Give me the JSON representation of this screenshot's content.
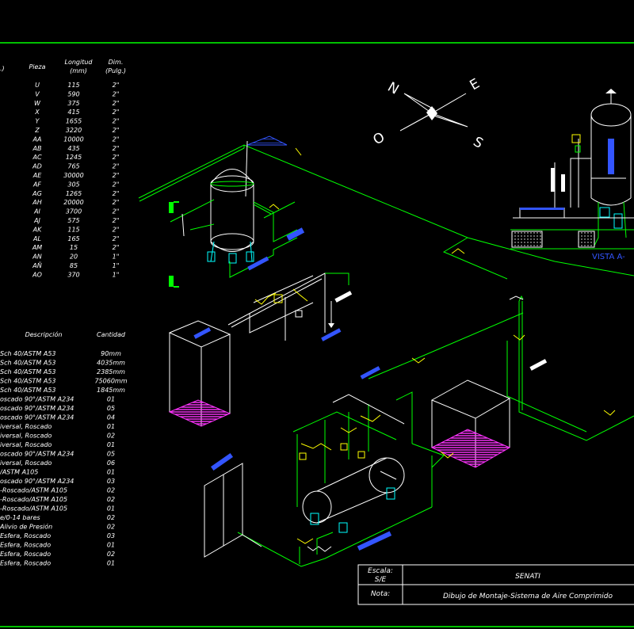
{
  "compass": {
    "n": "N",
    "e": "E",
    "s": "S",
    "o": "O"
  },
  "view_label": "VISTA A-",
  "pieces_table": {
    "headers": {
      "pieza": "Pieza",
      "longitud": "Longitud",
      "longitud_unit": "(mm)",
      "dim": "Dim.",
      "dim_unit": "(Pulg.)",
      "left_unit": ".)"
    },
    "rows": [
      {
        "pieza": "U",
        "longitud": "115",
        "dim": "2\""
      },
      {
        "pieza": "V",
        "longitud": "590",
        "dim": "2\""
      },
      {
        "pieza": "W",
        "longitud": "375",
        "dim": "2\""
      },
      {
        "pieza": "X",
        "longitud": "415",
        "dim": "2\""
      },
      {
        "pieza": "Y",
        "longitud": "1655",
        "dim": "2\""
      },
      {
        "pieza": "Z",
        "longitud": "3220",
        "dim": "2\""
      },
      {
        "pieza": "AA",
        "longitud": "10000",
        "dim": "2\""
      },
      {
        "pieza": "AB",
        "longitud": "435",
        "dim": "2\""
      },
      {
        "pieza": "AC",
        "longitud": "1245",
        "dim": "2\""
      },
      {
        "pieza": "AD",
        "longitud": "765",
        "dim": "2\""
      },
      {
        "pieza": "AE",
        "longitud": "30000",
        "dim": "2\""
      },
      {
        "pieza": "AF",
        "longitud": "305",
        "dim": "2\""
      },
      {
        "pieza": "AG",
        "longitud": "1265",
        "dim": "2\""
      },
      {
        "pieza": "AH",
        "longitud": "20000",
        "dim": "2\""
      },
      {
        "pieza": "AI",
        "longitud": "3700",
        "dim": "2\""
      },
      {
        "pieza": "AJ",
        "longitud": "575",
        "dim": "2\""
      },
      {
        "pieza": "AK",
        "longitud": "115",
        "dim": "2\""
      },
      {
        "pieza": "AL",
        "longitud": "165",
        "dim": "2\""
      },
      {
        "pieza": "AM",
        "longitud": "15",
        "dim": "2\""
      },
      {
        "pieza": "AN",
        "longitud": "20",
        "dim": "1\""
      },
      {
        "pieza": "AÑ",
        "longitud": "85",
        "dim": "1\""
      },
      {
        "pieza": "AO",
        "longitud": "370",
        "dim": "1\""
      }
    ]
  },
  "materials_table": {
    "headers": {
      "descripcion": "Descripción",
      "cantidad": "Cantidad"
    },
    "rows": [
      {
        "descripcion": "Sch 40/ASTM A53",
        "cantidad": "90mm"
      },
      {
        "descripcion": "Sch 40/ASTM A53",
        "cantidad": "4035mm"
      },
      {
        "descripcion": "Sch 40/ASTM A53",
        "cantidad": "2385mm"
      },
      {
        "descripcion": "Sch 40/ASTM A53",
        "cantidad": "75060mm"
      },
      {
        "descripcion": "Sch 40/ASTM A53",
        "cantidad": "1845mm"
      },
      {
        "descripcion": "oscado 90°/ASTM A234",
        "cantidad": "01"
      },
      {
        "descripcion": "oscado 90°/ASTM A234",
        "cantidad": "05"
      },
      {
        "descripcion": "oscado 90°/ASTM A234",
        "cantidad": "04"
      },
      {
        "descripcion": "iversal, Roscado",
        "cantidad": "01"
      },
      {
        "descripcion": "iversal, Roscado",
        "cantidad": "02"
      },
      {
        "descripcion": "iversal, Roscado",
        "cantidad": "01"
      },
      {
        "descripcion": "oscado 90°/ASTM A234",
        "cantidad": "05"
      },
      {
        "descripcion": "iversal, Roscado",
        "cantidad": "06"
      },
      {
        "descripcion": "/ASTM A105",
        "cantidad": "01"
      },
      {
        "descripcion": "oscado 90°/ASTM A234",
        "cantidad": "03"
      },
      {
        "descripcion": "-Roscado/ASTM A105",
        "cantidad": "02"
      },
      {
        "descripcion": "-Roscado/ASTM A105",
        "cantidad": "02"
      },
      {
        "descripcion": "-Roscado/ASTM A105",
        "cantidad": "01"
      },
      {
        "descripcion": "e/0-14 bares",
        "cantidad": "02"
      },
      {
        "descripcion": "Alivio de Presión",
        "cantidad": "02"
      },
      {
        "descripcion": "Esfera, Roscado",
        "cantidad": "03"
      },
      {
        "descripcion": "Esfera, Roscado",
        "cantidad": "01"
      },
      {
        "descripcion": "Esfera, Roscado",
        "cantidad": "02"
      },
      {
        "descripcion": "Esfera, Roscado",
        "cantidad": "01"
      }
    ]
  },
  "title_block": {
    "escala_label": "Escala:",
    "escala_value": "S/E",
    "org": "SENATI",
    "nota_label": "Nota:",
    "nota_value": "Dibujo de Montaje-Sistema de Aire Comprimido"
  },
  "colors": {
    "background": "#000000",
    "frame": "#00ff00",
    "pipe": "#00ff00",
    "fitting": "#ffff00",
    "equipment": "#ffffff",
    "label": "#3355ff",
    "hatch": "#ff00ff"
  }
}
